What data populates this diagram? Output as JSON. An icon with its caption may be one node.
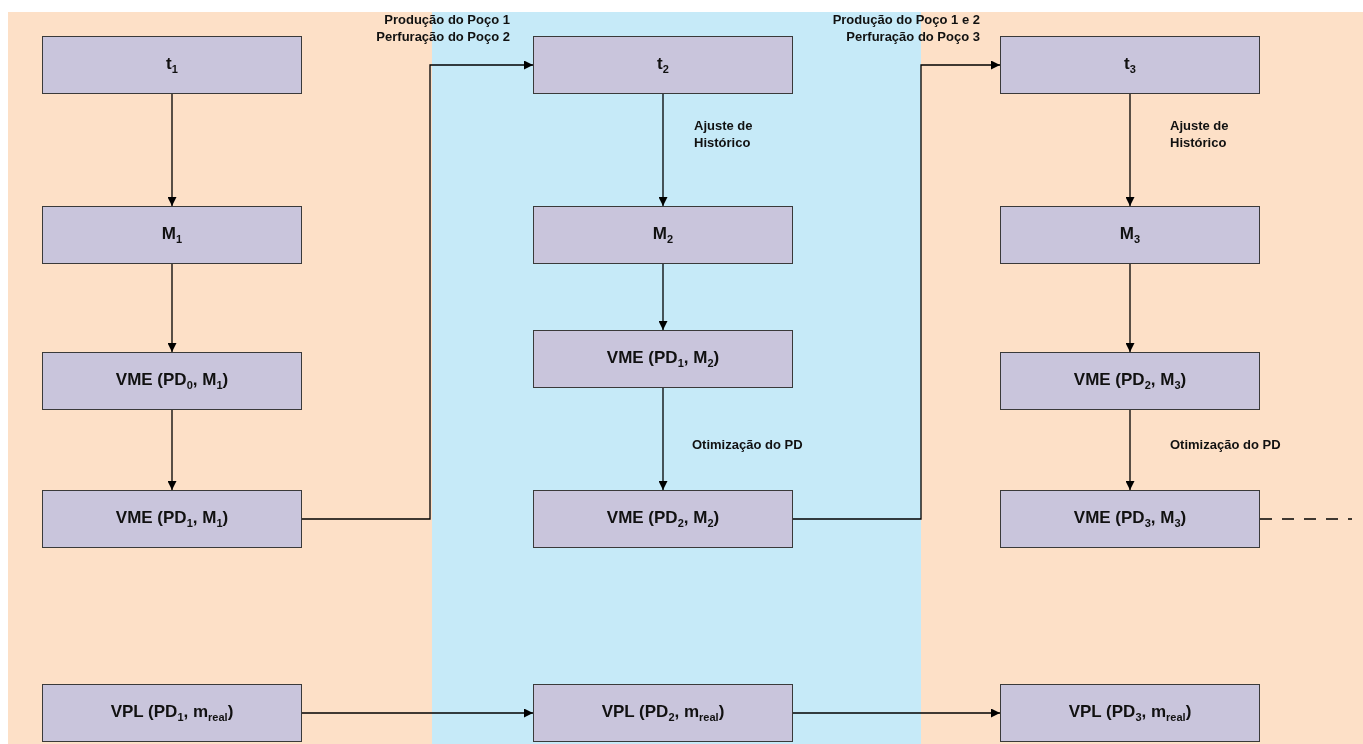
{
  "diagram": {
    "nodes": [
      {
        "text": [],
        "shape": "band"
      },
      {
        "text": [
          "t$_{1}$"
        ],
        "in": 0
      },
      {
        "text": [
          "M$_{1}$"
        ],
        "in": 0
      },
      {
        "text": [
          "VME (PD$_{0}$, M$_{1}$)"
        ],
        "in": 0
      },
      {
        "text": [
          "VME (PD$_{1}$, M$_{1}$)"
        ],
        "in": 0
      },
      {
        "text": [
          "VPL (PD$_{1}$, m$_{real}$)"
        ],
        "in": 0
      },
      {
        "text": [],
        "shape": "band"
      },
      {
        "text": [
          "t$_{2}$"
        ],
        "in": 6
      },
      {
        "text": [
          "M$_{2}$"
        ],
        "in": 6
      },
      {
        "text": [
          "VME (PD$_{1}$, M$_{2}$)"
        ],
        "in": 6
      },
      {
        "text": [
          "VME (PD$_{2}$, M$_{2}$)"
        ],
        "in": 6
      },
      {
        "text": [
          "VPL (PD$_{2}$, m$_{real}$)"
        ],
        "in": 6
      },
      {
        "text": [],
        "shape": "band"
      },
      {
        "text": [
          "t$_{3}$"
        ],
        "in": 12
      },
      {
        "text": [
          "M$_{3}$"
        ],
        "in": 12
      },
      {
        "text": [
          "VME (PD$_{2}$, M$_{3}$)"
        ],
        "in": 12
      },
      {
        "text": [
          "VME (PD$_{3}$, M$_{3}$)"
        ],
        "in": 12
      },
      {
        "text": [
          "VPL (PD$_{3}$, m$_{real}$)"
        ],
        "in": 12
      }
    ],
    "edges": [
      {
        "from": 1,
        "to": 2,
        "arrow": "to"
      },
      {
        "from": 2,
        "to": 3,
        "arrow": "to"
      },
      {
        "from": 3,
        "to": 4,
        "arrow": "to"
      },
      {
        "from": 4,
        "to": 7,
        "arrow": "to",
        "label": "Produção do Poço 1 Perfuração do Poço 2"
      },
      {
        "from": 5,
        "to": 11,
        "arrow": "to"
      },
      {
        "from": 7,
        "to": 8,
        "arrow": "to",
        "label": "Ajuste de Histórico"
      },
      {
        "from": 8,
        "to": 9,
        "arrow": "to"
      },
      {
        "from": 9,
        "to": 10,
        "arrow": "to",
        "label": "Otimização do PD"
      },
      {
        "from": 10,
        "to": 13,
        "arrow": "to",
        "label": "Produção do Poço 1 e 2 Perfuração do Poço 3"
      },
      {
        "from": 11,
        "to": 17,
        "arrow": "to"
      },
      {
        "from": 13,
        "to": 14,
        "arrow": "to",
        "label": "Ajuste de Histórico"
      },
      {
        "from": 14,
        "to": 15,
        "arrow": "to"
      },
      {
        "from": 15,
        "to": 16,
        "arrow": "to",
        "label": "Otimização do PD"
      },
      {
        "from": 16,
        "to": null,
        "arrow": "none",
        "style": "dashed"
      }
    ]
  }
}
